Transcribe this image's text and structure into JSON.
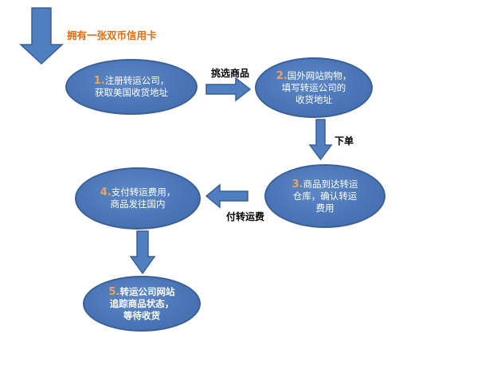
{
  "header": {
    "title": "拥有一张双币信用卡"
  },
  "steps": [
    {
      "num": "1.",
      "line1": "注册转运公司，",
      "line2": "获取美国收货地址",
      "line3": ""
    },
    {
      "num": "2.",
      "line1": "国外网站购物，",
      "line2": "填写转运公司的",
      "line3": "收货地址"
    },
    {
      "num": "3.",
      "line1": "商品到达转运",
      "line2": "仓库，确认转运",
      "line3": "费用"
    },
    {
      "num": "4.",
      "line1": "支付转运费用，",
      "line2": "商品发往国内",
      "line3": ""
    },
    {
      "num": "5.",
      "line1": "转运公司网站",
      "line2": "追踪商品状态，",
      "line3": "等待收货"
    }
  ],
  "edges": {
    "e12": "挑选商品",
    "e23": "下单",
    "e34": "付转运费"
  },
  "colors": {
    "node_fill": "#4a76b8",
    "node_border": "#3b5f96",
    "arrow_fill": "#4f7fc0",
    "number_accent": "#f0a35a",
    "title_color": "#e46c0a"
  }
}
